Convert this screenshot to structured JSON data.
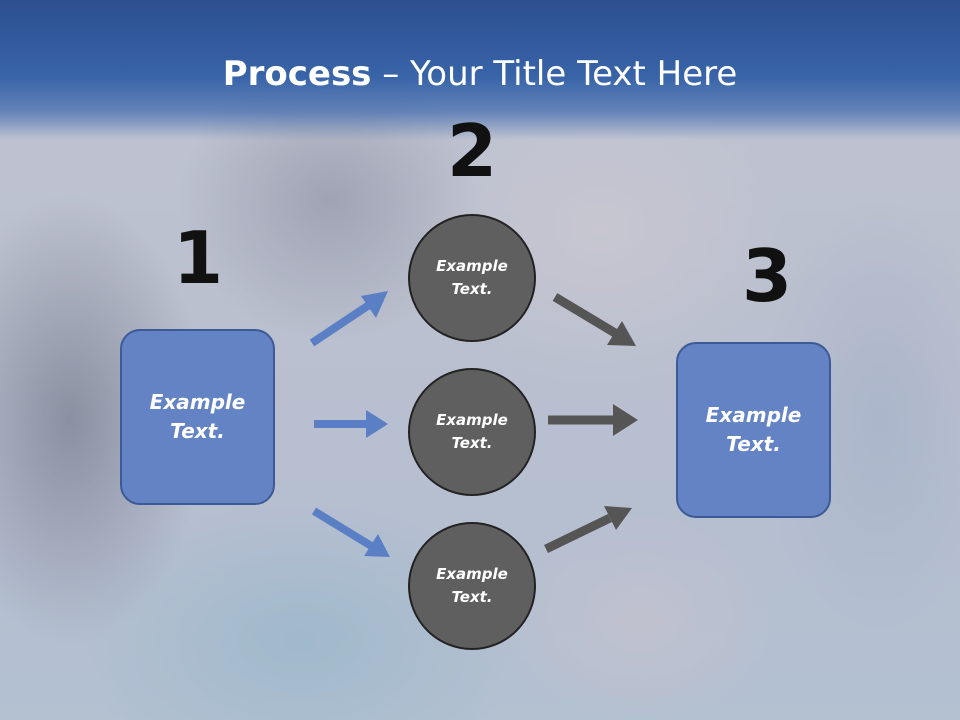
{
  "title": {
    "bold": "Process",
    "rest": " – Your Title Text Here"
  },
  "steps": {
    "one": "1",
    "two": "2",
    "three": "3"
  },
  "nodes": {
    "start": "Example Text.",
    "middle_top": "Example Text.",
    "middle_center": "Example Text.",
    "middle_bottom": "Example Text.",
    "end": "Example Text."
  },
  "colors": {
    "title_band": "#3864a8",
    "box_fill": "#6383c4",
    "circle_fill": "#5f5f5f",
    "blue_arrow": "#5b7fc4",
    "gray_arrow": "#555555"
  }
}
